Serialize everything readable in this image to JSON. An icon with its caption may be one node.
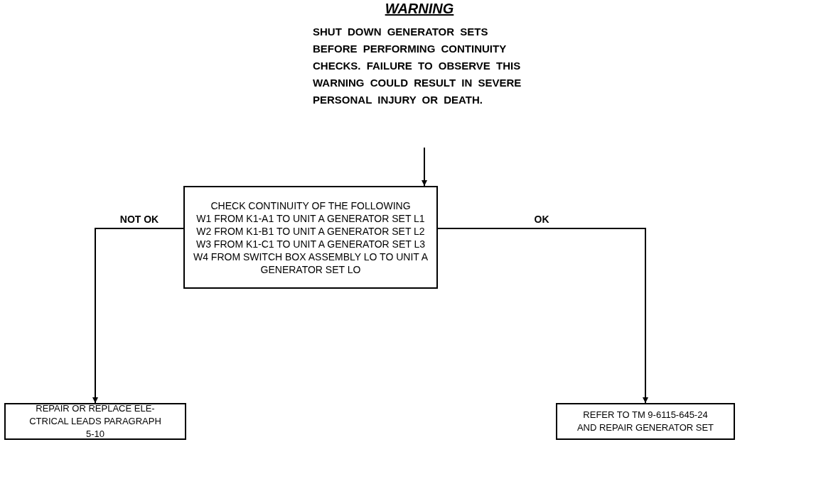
{
  "diagram": {
    "nodes": [
      {
        "text": [
          "WARNING",
          "SHUT DOWN GENERATOR SETS BEFORE PERFORMING CONTINUITY CHECKS. FAILURE TO OBSERVE THIS WARNING COULD RESULT IN SEVERE PERSONAL INJURY OR DEATH."
        ]
      },
      {
        "text": [
          "CHECK CONTINUITY OF THE FOLLOWING",
          "W1 FROM K1-A1 TO UNIT A GENERATOR SET L1",
          "W2 FROM K1-B1 TO UNIT A GENERATOR SET L2",
          "W3 FROM K1-C1 TO UNIT A GENERATOR SET L3",
          "W4 FROM SWITCH BOX ASSEMBLY LO TO UNIT A GENERATOR SET LO"
        ]
      },
      {
        "text": [
          "REPAIR OR REPLACE ELE- CTRICAL LEADS PARAGRAPH 5-10"
        ]
      },
      {
        "text": [
          "REFER TO TM 9-6115-645-24 AND REPAIR GENERATOR SET"
        ]
      }
    ],
    "edges": [
      {
        "from": 0,
        "to": 1,
        "arrow": "to"
      },
      {
        "from": 1,
        "to": 2,
        "arrow": "to",
        "label": "NOT OK"
      },
      {
        "from": 1,
        "to": 3,
        "arrow": "to",
        "label": "OK"
      }
    ]
  }
}
